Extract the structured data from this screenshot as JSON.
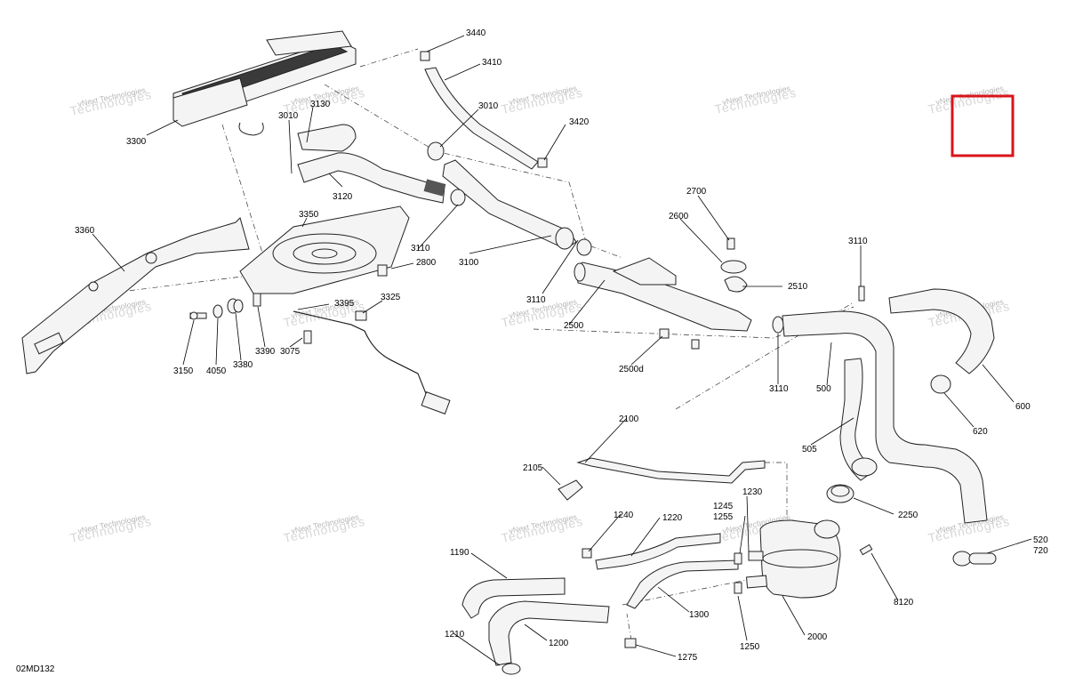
{
  "diagram_code": "02MD132",
  "watermark": {
    "line1": "vNext Technologies",
    "line2": "Technologies"
  },
  "highlight_color": "#d9141b",
  "callouts": [
    {
      "id": "c3440",
      "text": "3440"
    },
    {
      "id": "c3410",
      "text": "3410"
    },
    {
      "id": "c3010a",
      "text": "3010"
    },
    {
      "id": "c3420",
      "text": "3420"
    },
    {
      "id": "c3300",
      "text": "3300"
    },
    {
      "id": "c3010b",
      "text": "3010"
    },
    {
      "id": "c3130",
      "text": "3130"
    },
    {
      "id": "c3120",
      "text": "3120"
    },
    {
      "id": "c3360",
      "text": "3360"
    },
    {
      "id": "c3350",
      "text": "3350"
    },
    {
      "id": "c3110a",
      "text": "3110"
    },
    {
      "id": "c3100",
      "text": "3100"
    },
    {
      "id": "c2800",
      "text": "2800"
    },
    {
      "id": "c3325",
      "text": "3325"
    },
    {
      "id": "c3395",
      "text": "3395"
    },
    {
      "id": "c3150",
      "text": "3150"
    },
    {
      "id": "c4050",
      "text": "4050"
    },
    {
      "id": "c3380",
      "text": "3380"
    },
    {
      "id": "c3390",
      "text": "3390"
    },
    {
      "id": "c3075",
      "text": "3075"
    },
    {
      "id": "c2700",
      "text": "2700"
    },
    {
      "id": "c2600",
      "text": "2600"
    },
    {
      "id": "c3110b",
      "text": "3110"
    },
    {
      "id": "c2510",
      "text": "2510"
    },
    {
      "id": "c2500",
      "text": "2500"
    },
    {
      "id": "c3110c",
      "text": "3110"
    },
    {
      "id": "c2500d",
      "text": "2500d"
    },
    {
      "id": "c3110d",
      "text": "3110"
    },
    {
      "id": "c500",
      "text": "500"
    },
    {
      "id": "c600",
      "text": "600"
    },
    {
      "id": "c620",
      "text": "620"
    },
    {
      "id": "c505",
      "text": "505"
    },
    {
      "id": "c2100",
      "text": "2100"
    },
    {
      "id": "c2105",
      "text": "2105"
    },
    {
      "id": "c1230",
      "text": "1230"
    },
    {
      "id": "c1245",
      "text": "1245"
    },
    {
      "id": "c1255",
      "text": "1255"
    },
    {
      "id": "c2250",
      "text": "2250"
    },
    {
      "id": "c1240",
      "text": "1240"
    },
    {
      "id": "c1220",
      "text": "1220"
    },
    {
      "id": "c520",
      "text": "520"
    },
    {
      "id": "c720",
      "text": "720"
    },
    {
      "id": "c1190",
      "text": "1190"
    },
    {
      "id": "c8120",
      "text": "8120"
    },
    {
      "id": "c1300",
      "text": "1300"
    },
    {
      "id": "c1210",
      "text": "1210"
    },
    {
      "id": "c1200",
      "text": "1200"
    },
    {
      "id": "c1250",
      "text": "1250"
    },
    {
      "id": "c2000",
      "text": "2000"
    },
    {
      "id": "c1275",
      "text": "1275"
    }
  ]
}
